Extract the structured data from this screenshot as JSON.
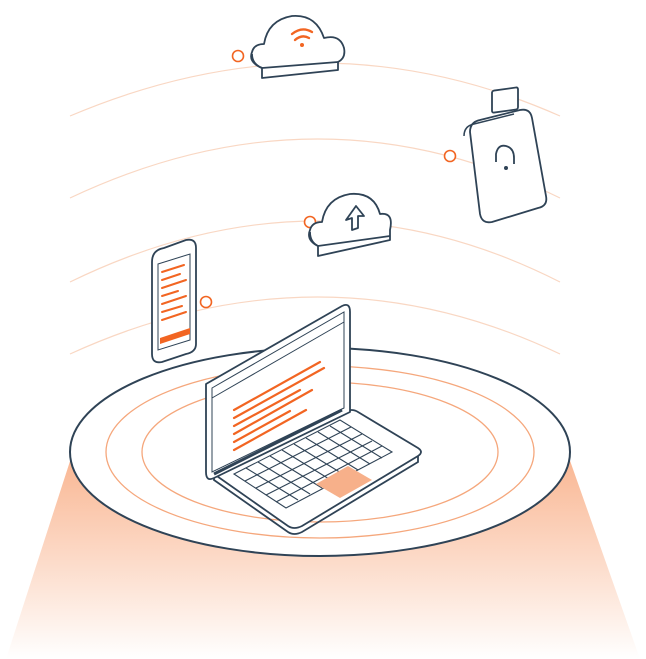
{
  "illustration": {
    "theme": "cloud-connectivity",
    "devices": [
      "laptop",
      "smartphone"
    ],
    "floating_icons": [
      "wifi-cloud-icon",
      "upload-cloud-icon",
      "padlock-icon"
    ]
  },
  "colors": {
    "accent": "#f26522",
    "accent_light": "#f7b08a",
    "outline": "#2f4356",
    "ring": "#f5a77c",
    "arc": "#f9d7c3",
    "beam_top": "#f9b28c",
    "beam_bottom": "#ffffff",
    "surface": "#ffffff"
  }
}
